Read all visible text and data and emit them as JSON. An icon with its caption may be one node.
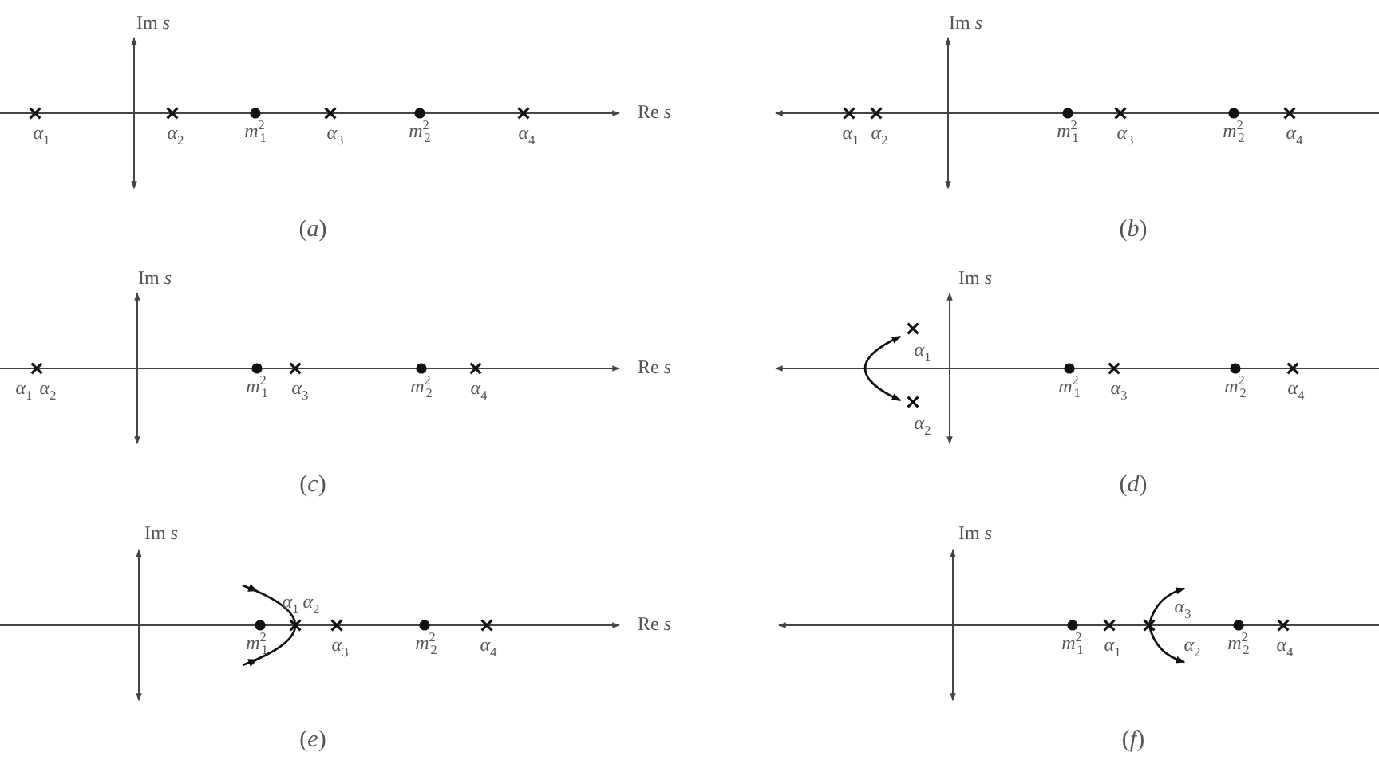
{
  "diagram": {
    "labels": [
      "Im *s*",
      "*α*$_{1}$",
      "*α*$_{2}$",
      "*m*$^{2}$$_{1}$",
      "*α*$_{3}$",
      "*m*$^{2}$$_{2}$",
      "*α*$_{4}$",
      "Re *s*",
      "(*a*)",
      "Im *s*",
      "*α*$_{1}$",
      "*α*$_{2}$",
      "*m*$^{2}$$_{1}$",
      "*α*$_{3}$",
      "*m*$^{2}$$_{2}$",
      "*α*$_{4}$",
      "(*b*)",
      "Im *s*",
      "*α*$_{1}$",
      "*α*$_{2}$",
      "*m*$^{2}$$_{1}$",
      "*α*$_{3}$",
      "*m*$^{2}$$_{2}$",
      "*α*$_{4}$",
      "Re *s*",
      "(*c*)",
      "Im *s*",
      "*α*$_{1}$",
      "*α*$_{2}$",
      "*m*$^{2}$$_{1}$",
      "*α*$_{3}$",
      "*m*$^{2}$$_{2}$",
      "*α*$_{4}$",
      "(*d*)",
      "Im *s*",
      "*α*$_{1}$",
      "*α*$_{2}$",
      "*m*$^{2}$$_{1}$",
      "*α*$_{3}$",
      "*m*$^{2}$$_{2}$",
      "*α*$_{4}$",
      "Re *s*",
      "(*e*)",
      "Im *s*",
      "*α*$_{3}$",
      "*m*$^{2}$$_{1}$",
      "*α*$_{1}$",
      "*α*$_{2}$",
      "*m*$^{2}$$_{2}$",
      "*α*$_{4}$",
      "(*f*)"
    ]
  }
}
